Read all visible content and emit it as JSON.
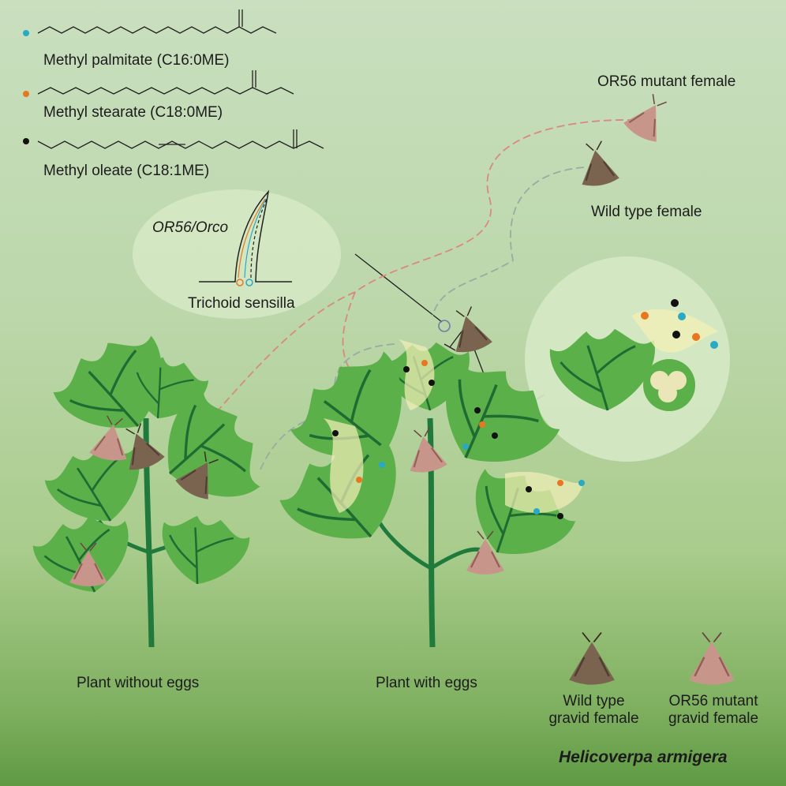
{
  "compounds": [
    {
      "label": "Methyl palmitate (C16:0ME)",
      "color": "#29a9c4"
    },
    {
      "label": "Methyl stearate (C18:0ME)",
      "color": "#e87722"
    },
    {
      "label": "Methyl oleate (C18:1ME)",
      "color": "#111111"
    }
  ],
  "moths": {
    "mutant_label": "OR56 mutant female",
    "wildtype_label": "Wild type female",
    "mutant_color": "#c8958a",
    "wildtype_color": "#7a6450"
  },
  "sensilla": {
    "receptor_label": "OR56/Orco",
    "label": "Trichoid sensilla"
  },
  "plants": {
    "left_label": "Plant without eggs",
    "right_label": "Plant with eggs",
    "leaf_color": "#5cb04a",
    "vein_color": "#1f6b32",
    "stem_color": "#1f7a3c"
  },
  "legend": {
    "wildtype_line1": "Wild type",
    "wildtype_line2": "gravid female",
    "mutant_line1": "OR56 mutant",
    "mutant_line2": "gravid female"
  },
  "species": "Helicoverpa armigera"
}
